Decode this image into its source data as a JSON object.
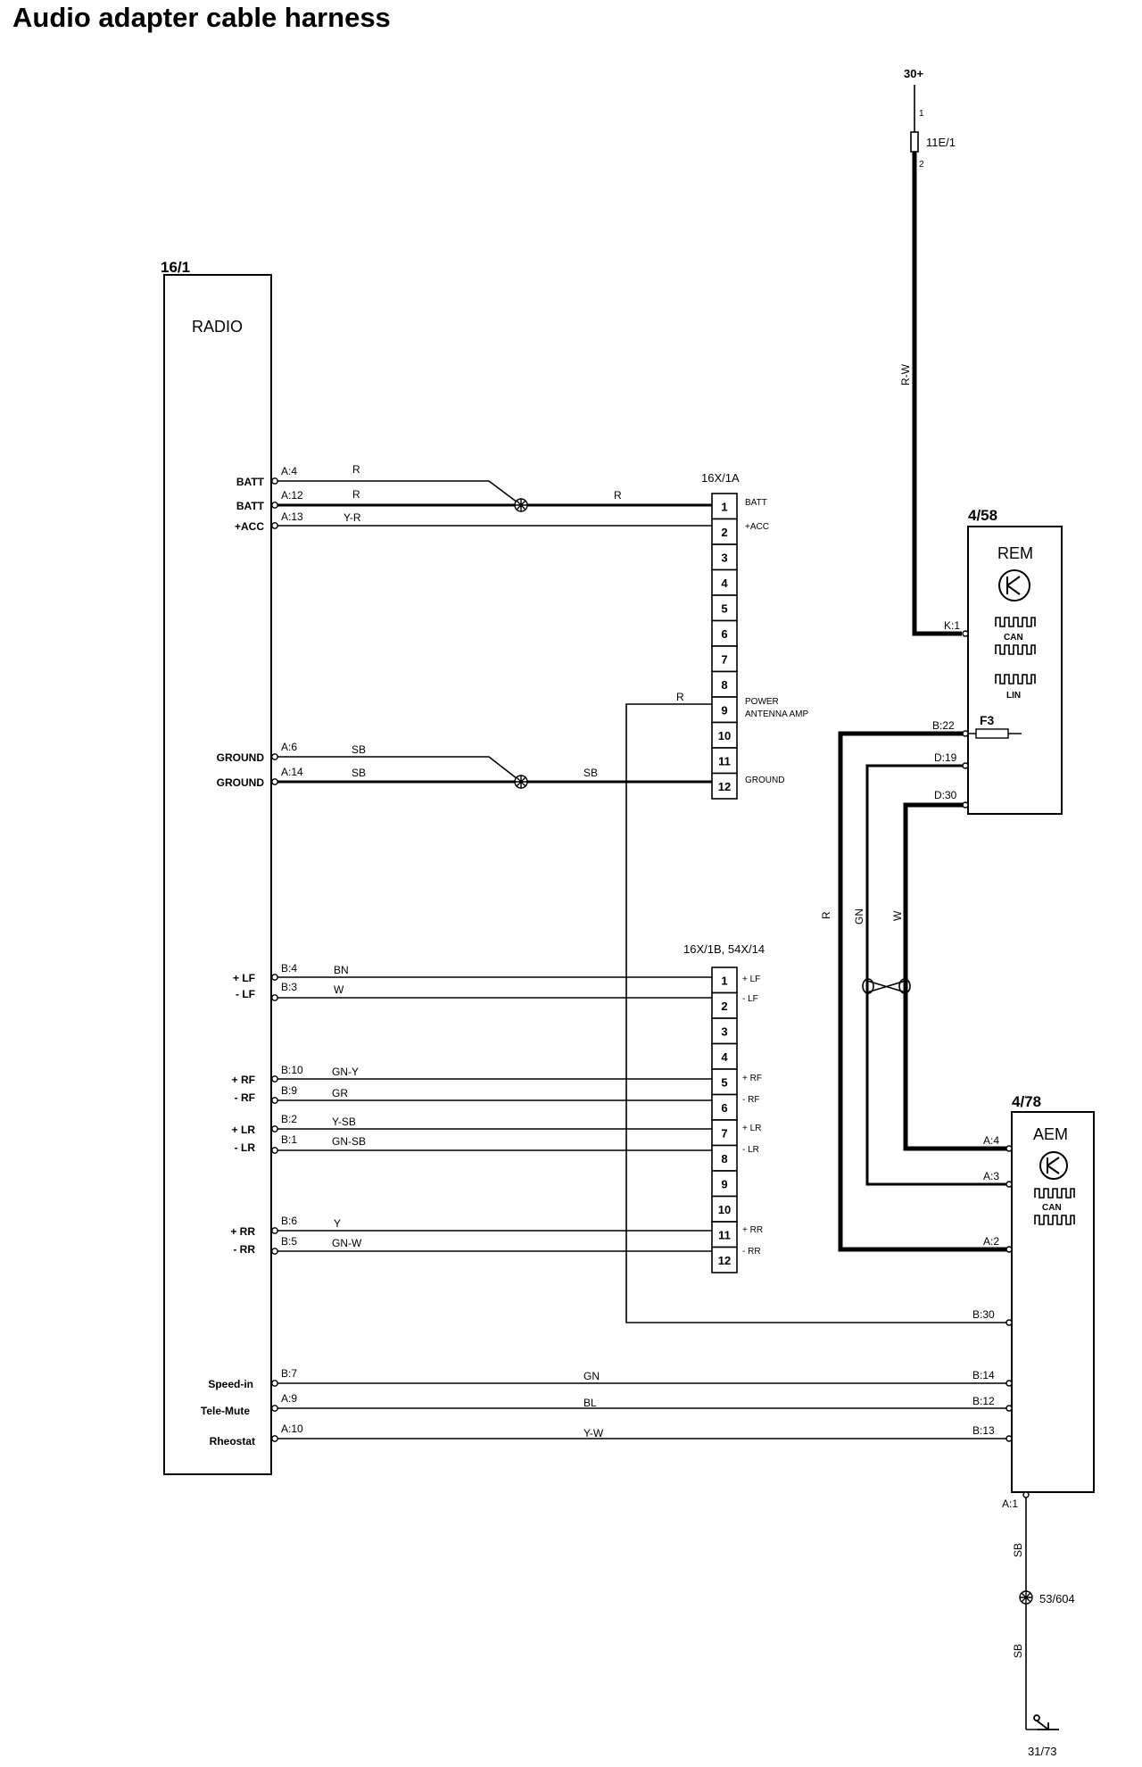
{
  "title": "Audio adapter cable harness",
  "radio": {
    "ref": "16/1",
    "name": "RADIO",
    "signals": [
      {
        "label": "BATT",
        "pin": "A:4",
        "color": "R"
      },
      {
        "label": "BATT",
        "pin": "A:12",
        "color": "R"
      },
      {
        "label": "+ACC",
        "pin": "A:13",
        "color": "Y-R"
      },
      {
        "label": "GROUND",
        "pin": "A:6",
        "color": "SB"
      },
      {
        "label": "GROUND",
        "pin": "A:14",
        "color": "SB"
      },
      {
        "label": "+ LF",
        "pin": "B:4",
        "color": "BN"
      },
      {
        "label": "- LF",
        "pin": "B:3",
        "color": "W"
      },
      {
        "label": "+ RF",
        "pin": "B:10",
        "color": "GN-Y"
      },
      {
        "label": "- RF",
        "pin": "B:9",
        "color": "GR"
      },
      {
        "label": "+ LR",
        "pin": "B:2",
        "color": "Y-SB"
      },
      {
        "label": "- LR",
        "pin": "B:1",
        "color": "GN-SB"
      },
      {
        "label": "+ RR",
        "pin": "B:6",
        "color": "Y"
      },
      {
        "label": "- RR",
        "pin": "B:5",
        "color": "GN-W"
      },
      {
        "label": "Speed-in",
        "pin": "B:7",
        "color": "GN"
      },
      {
        "label": "Tele-Mute",
        "pin": "A:9",
        "color": "BL"
      },
      {
        "label": "Rheostat",
        "pin": "A:10",
        "color": "Y-W"
      }
    ]
  },
  "connector_a": {
    "ref": "16X/1A",
    "cavities": [
      "1",
      "2",
      "3",
      "4",
      "5",
      "6",
      "7",
      "8",
      "9",
      "10",
      "11",
      "12"
    ],
    "labels": {
      "1": "BATT",
      "2": "+ACC",
      "9a": "POWER",
      "9b": "ANTENNA AMP",
      "12": "GROUND"
    },
    "splice_out_colors": {
      "batt": "R",
      "ground": "SB",
      "power_antenna": "R"
    }
  },
  "connector_b": {
    "ref": "16X/1B, 54X/14",
    "cavities": [
      "1",
      "2",
      "3",
      "4",
      "5",
      "6",
      "7",
      "8",
      "9",
      "10",
      "11",
      "12"
    ],
    "labels": {
      "1": "+ LF",
      "2": "- LF",
      "5": "+ RF",
      "6": "- RF",
      "7": "+ LR",
      "8": "- LR",
      "11": "+ RR",
      "12": "- RR"
    }
  },
  "supply": {
    "label": "30+",
    "fuse": "11E/1",
    "fuse_pins": [
      "1",
      "2"
    ],
    "wire_color": "R-W"
  },
  "rem": {
    "ref": "4/58",
    "name": "REM",
    "bus_labels": [
      "CAN",
      "LIN"
    ],
    "fuse": "F3",
    "pins": {
      "supply": "K:1",
      "out": "B:22",
      "gn": "D:19",
      "w": "D:30"
    }
  },
  "wires_between": {
    "r": "R",
    "gn": "GN",
    "w": "W"
  },
  "aem": {
    "ref": "4/78",
    "name": "AEM",
    "bus_label": "CAN",
    "pins": {
      "a4": "A:4",
      "a3": "A:3",
      "a2": "A:2",
      "b30": "B:30",
      "b14": "B:14",
      "b12": "B:12",
      "b13": "B:13",
      "a1": "A:1"
    }
  },
  "ground_path": {
    "color_upper": "SB",
    "splice": "53/604",
    "color_lower": "SB",
    "ground_point": "31/73"
  },
  "icons": [
    "transistor-icon",
    "bus-waveform-icon",
    "fuse-icon",
    "splice-icon",
    "ground-icon"
  ]
}
